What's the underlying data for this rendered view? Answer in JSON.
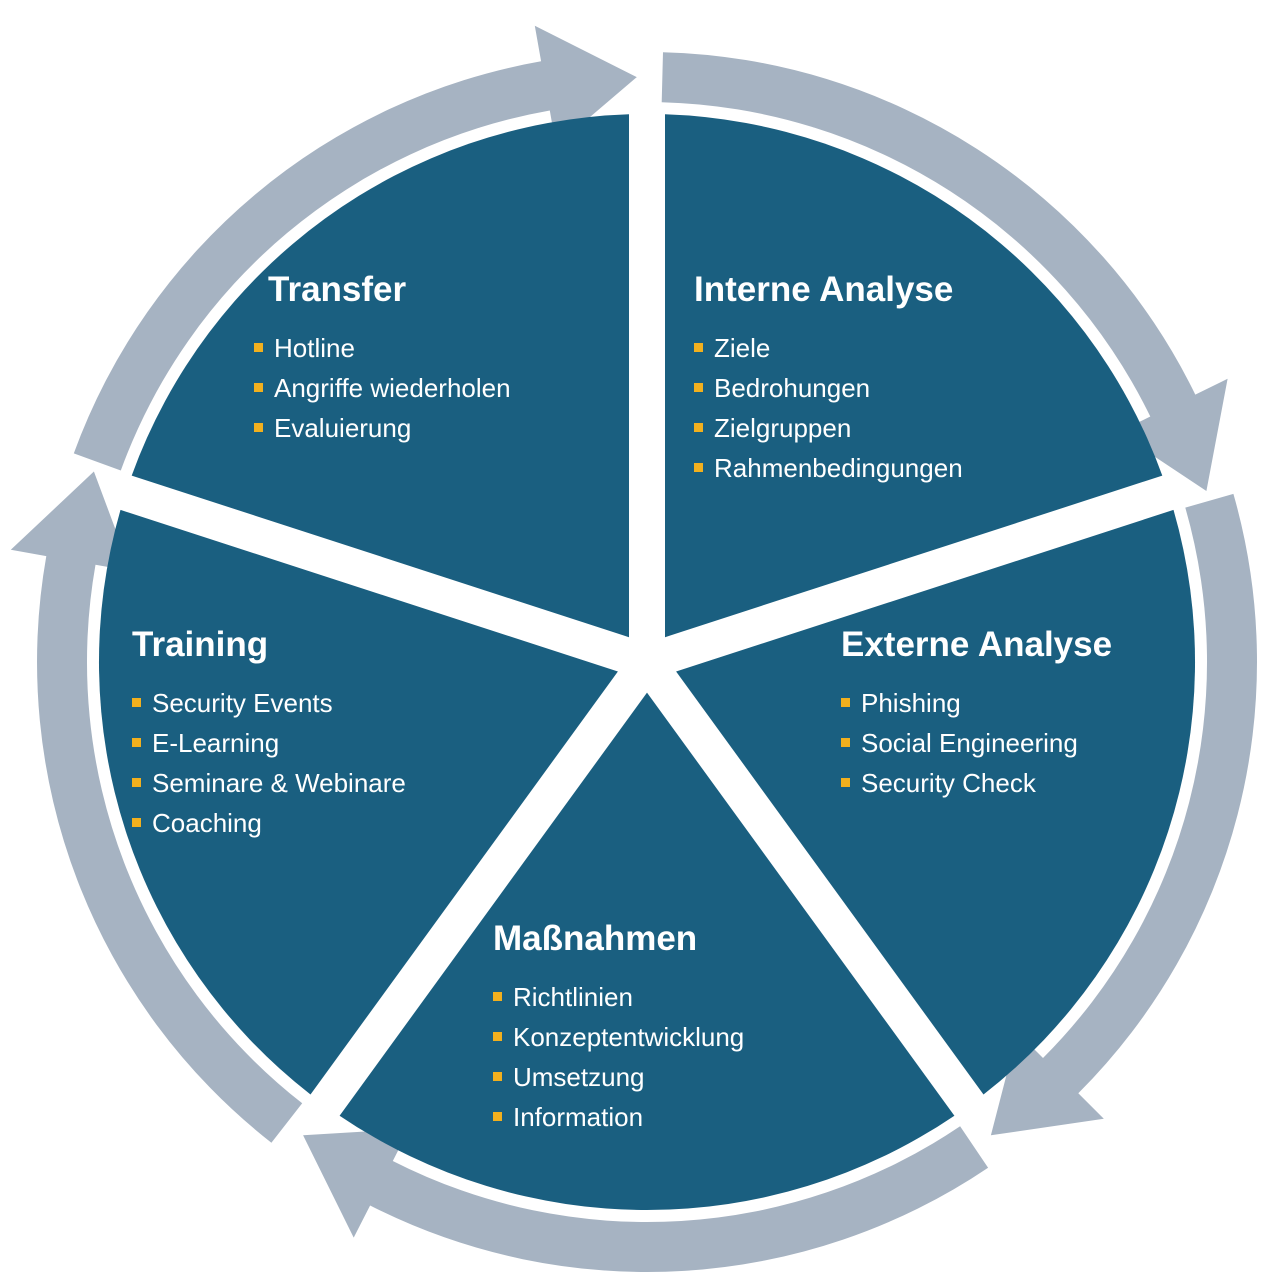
{
  "colors": {
    "segment_fill": "#1a5f80",
    "arrow_fill": "#a6b3c2",
    "text": "#ffffff",
    "bullet": "#f2b01e",
    "background": "#ffffff"
  },
  "segments": [
    {
      "id": "transfer",
      "title": "Transfer",
      "items": [
        "Hotline",
        "Angriffe wiederholen",
        "Evaluierung"
      ]
    },
    {
      "id": "interne-analyse",
      "title": "Interne Analyse",
      "items": [
        "Ziele",
        "Bedrohungen",
        "Zielgruppen",
        "Rahmenbedingungen"
      ]
    },
    {
      "id": "externe-analyse",
      "title": "Externe Analyse",
      "items": [
        "Phishing",
        "Social Engineering",
        "Security Check"
      ]
    },
    {
      "id": "massnahmen",
      "title": "Maßnahmen",
      "items": [
        "Richtlinien",
        "Konzeptentwicklung",
        "Umsetzung",
        "Information"
      ]
    },
    {
      "id": "training",
      "title": "Training",
      "items": [
        "Security Events",
        "E-Learning",
        "Seminare & Webinare",
        "Coaching"
      ]
    }
  ]
}
